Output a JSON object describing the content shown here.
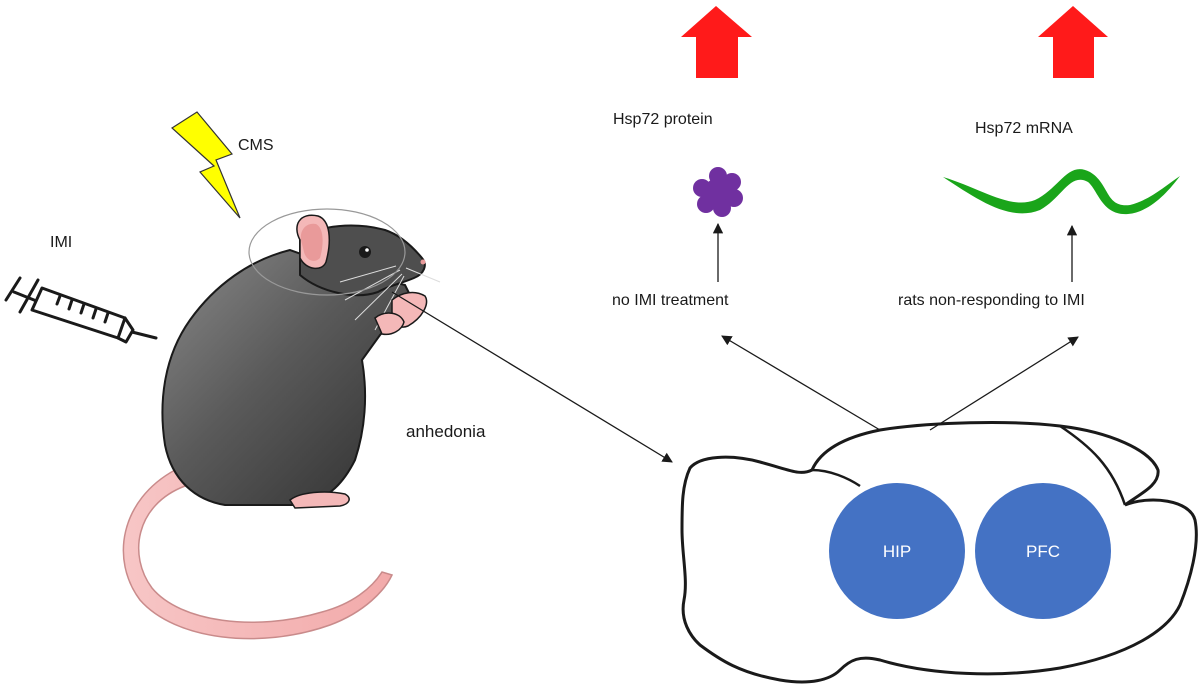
{
  "labels": {
    "cms": "CMS",
    "imi": "IMI",
    "anhedonia": "anhedonia",
    "hsp72_protein": "Hsp72 protein",
    "hsp72_mrna": "Hsp72 mRNA",
    "no_imi_treatment": "no IMI  treatment",
    "rats_non_responding": "rats non-responding to IMI",
    "hip": "HIP",
    "pfc": "PFC"
  },
  "colors": {
    "up_arrow": "#ff1a1a",
    "protein": "#7030a0",
    "mrna": "#1aa51a",
    "brain_region": "#4472c4",
    "lightning": "#ffff00",
    "rat_body": "#555555",
    "rat_pink": "#f4b8b8"
  },
  "icons": {
    "stress": "lightning-bolt-icon",
    "drug": "syringe-icon",
    "increase": "up-arrow-icon",
    "protein": "protein-blob-icon",
    "mrna": "mrna-wave-icon"
  }
}
